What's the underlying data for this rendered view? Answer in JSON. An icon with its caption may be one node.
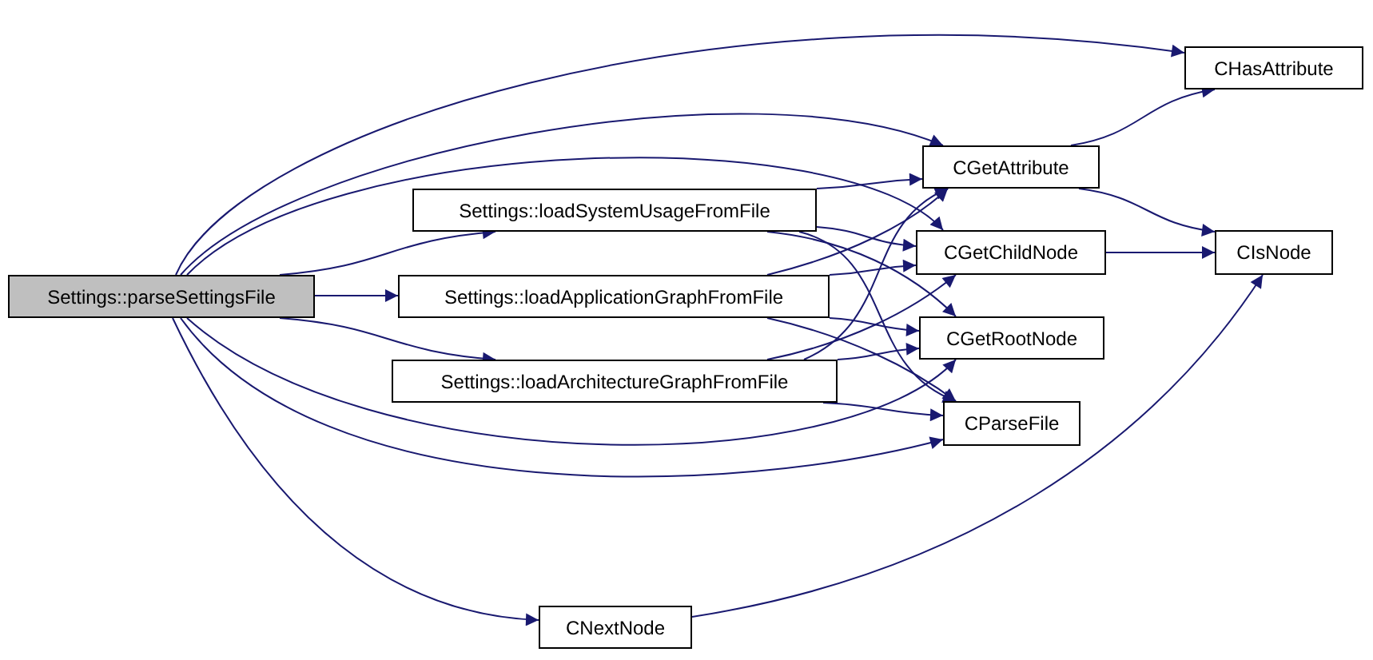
{
  "diagram": {
    "nodes": [
      {
        "text": [
          "Settings::parseSettingsFile"
        ]
      },
      {
        "text": [
          "Settings::loadSystemUsageFromFile"
        ]
      },
      {
        "text": [
          "Settings::loadApplicationGraphFromFile"
        ]
      },
      {
        "text": [
          "Settings::loadArchitectureGraphFromFile"
        ]
      },
      {
        "text": [
          "CNextNode"
        ]
      },
      {
        "text": [
          "CHasAttribute"
        ]
      },
      {
        "text": [
          "CGetAttribute"
        ]
      },
      {
        "text": [
          "CGetChildNode"
        ]
      },
      {
        "text": [
          "CGetRootNode"
        ]
      },
      {
        "text": [
          "CParseFile"
        ]
      },
      {
        "text": [
          "CIsNode"
        ]
      }
    ],
    "edges": [
      {
        "from": 0,
        "to": 5,
        "arrow": "to"
      },
      {
        "from": 0,
        "to": 6,
        "arrow": "to"
      },
      {
        "from": 0,
        "to": 7,
        "arrow": "to"
      },
      {
        "from": 0,
        "to": 1,
        "arrow": "to"
      },
      {
        "from": 0,
        "to": 2,
        "arrow": "to"
      },
      {
        "from": 0,
        "to": 3,
        "arrow": "to"
      },
      {
        "from": 0,
        "to": 8,
        "arrow": "to"
      },
      {
        "from": 0,
        "to": 9,
        "arrow": "to"
      },
      {
        "from": 0,
        "to": 4,
        "arrow": "to"
      },
      {
        "from": 1,
        "to": 6,
        "arrow": "to"
      },
      {
        "from": 1,
        "to": 7,
        "arrow": "to"
      },
      {
        "from": 1,
        "to": 8,
        "arrow": "to"
      },
      {
        "from": 1,
        "to": 9,
        "arrow": "to"
      },
      {
        "from": 2,
        "to": 6,
        "arrow": "to"
      },
      {
        "from": 2,
        "to": 7,
        "arrow": "to"
      },
      {
        "from": 2,
        "to": 8,
        "arrow": "to"
      },
      {
        "from": 2,
        "to": 9,
        "arrow": "to"
      },
      {
        "from": 3,
        "to": 6,
        "arrow": "to"
      },
      {
        "from": 3,
        "to": 7,
        "arrow": "to"
      },
      {
        "from": 3,
        "to": 8,
        "arrow": "to"
      },
      {
        "from": 3,
        "to": 9,
        "arrow": "to"
      },
      {
        "from": 6,
        "to": 5,
        "arrow": "to"
      },
      {
        "from": 6,
        "to": 10,
        "arrow": "to"
      },
      {
        "from": 7,
        "to": 10,
        "arrow": "to"
      },
      {
        "from": 4,
        "to": 10,
        "arrow": "to"
      }
    ]
  }
}
